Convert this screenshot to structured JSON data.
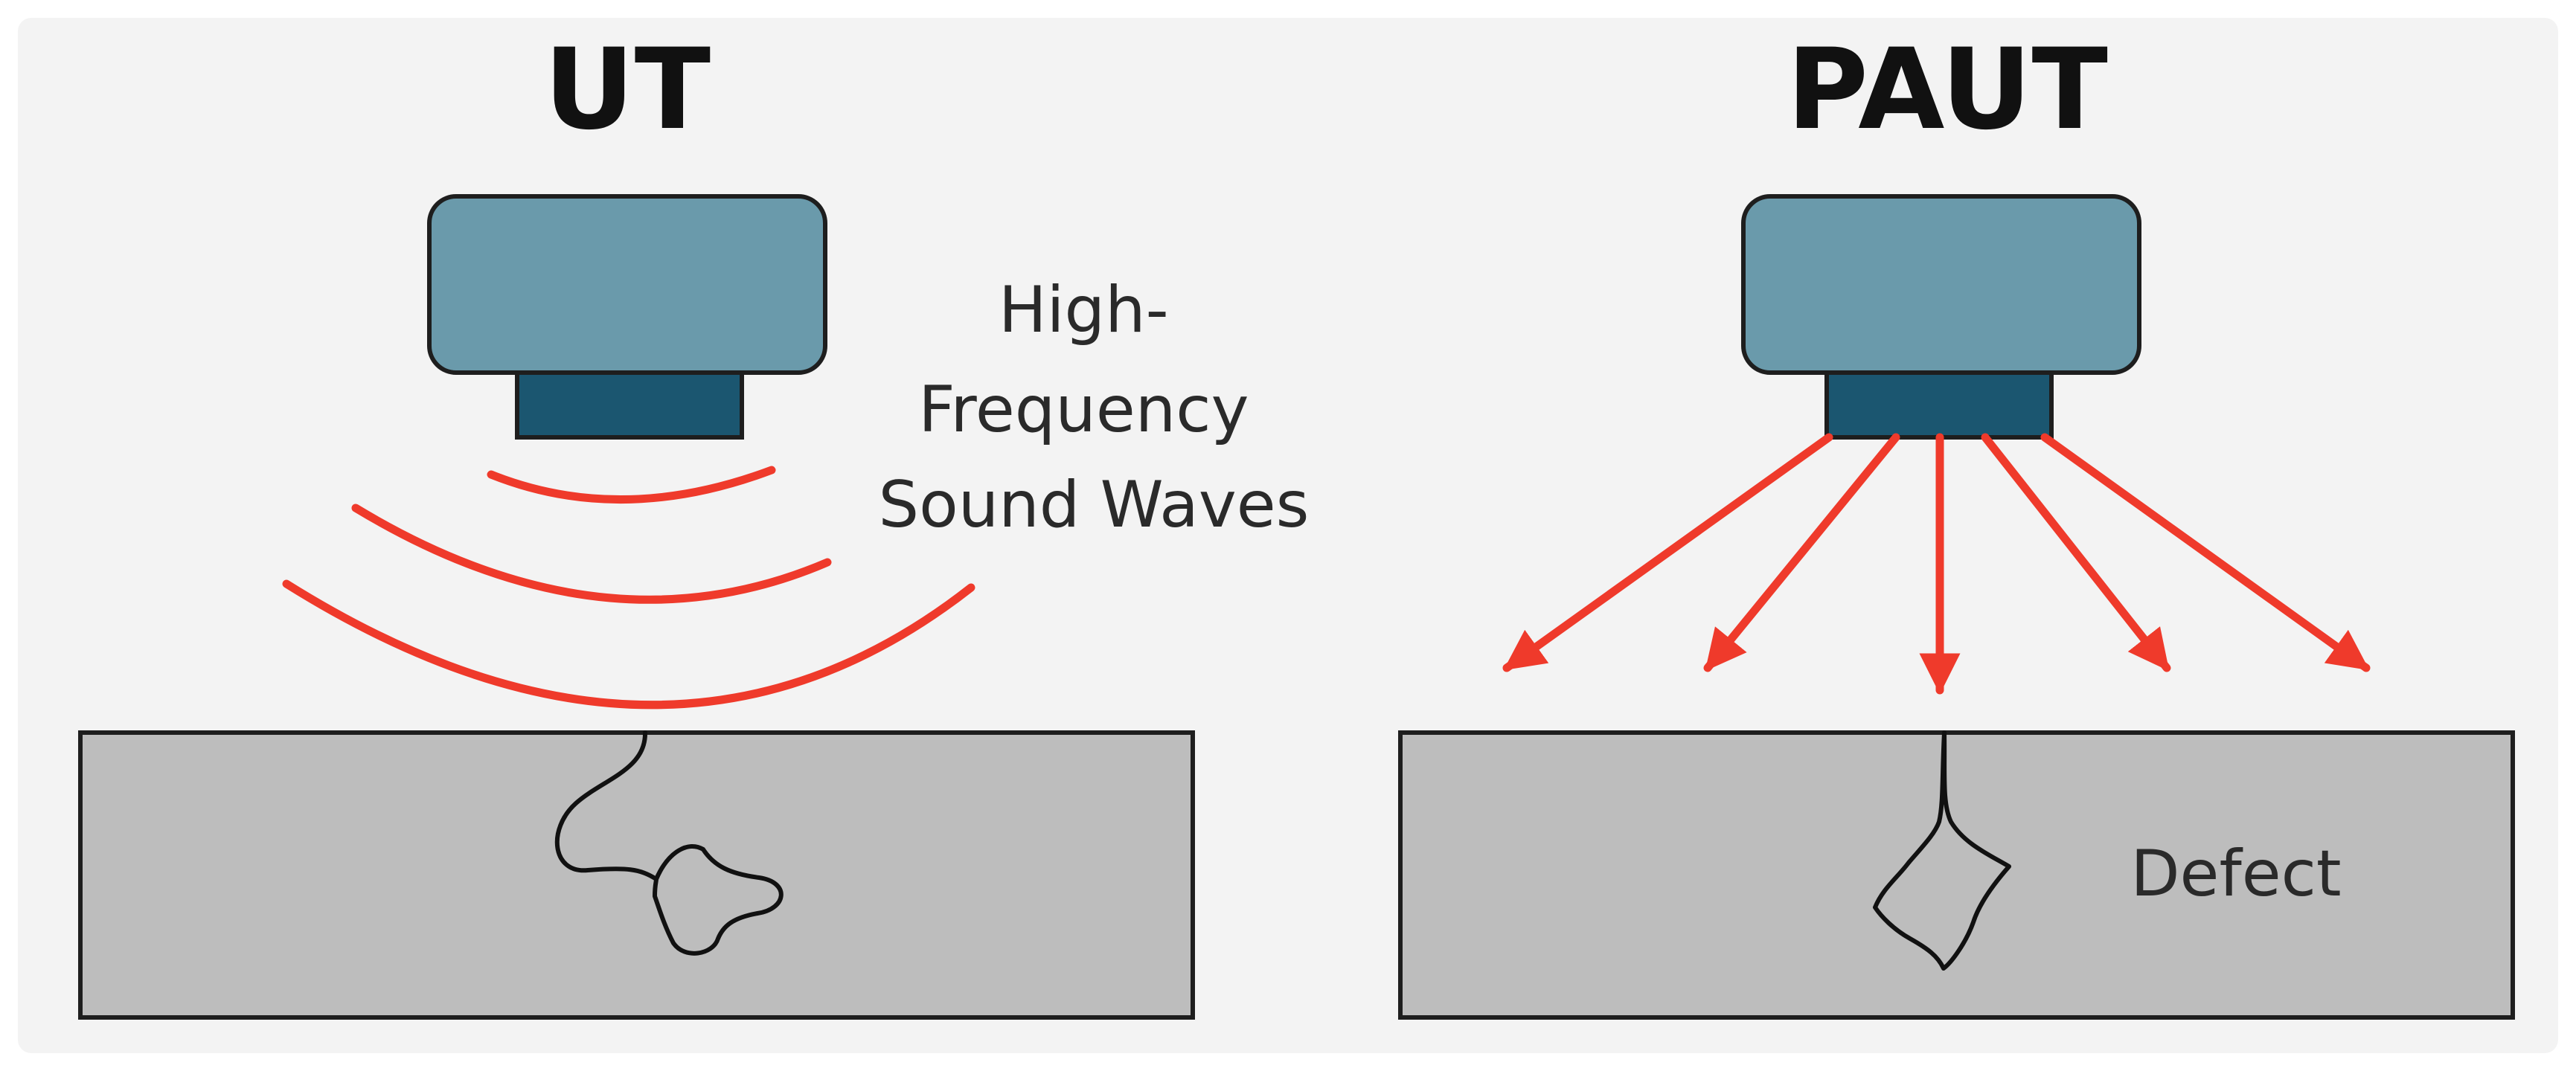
{
  "panels": {
    "left": {
      "title": "UT",
      "caption_lines": [
        "High-",
        "Frequency",
        "Sound Waves"
      ]
    },
    "right": {
      "title": "PAUT",
      "defect_label": "Defect"
    }
  },
  "colors": {
    "background": "#f3f3f3",
    "housing": "#6a9aab",
    "element": "#1b5670",
    "outline": "#1e1e1e",
    "wave": "#ef3a2b",
    "test_block": "#bdbdbd",
    "defect_line": "#111111"
  },
  "icons": {
    "left_transducer": "ultrasonic-probe-icon",
    "right_transducer": "phased-array-probe-icon"
  }
}
